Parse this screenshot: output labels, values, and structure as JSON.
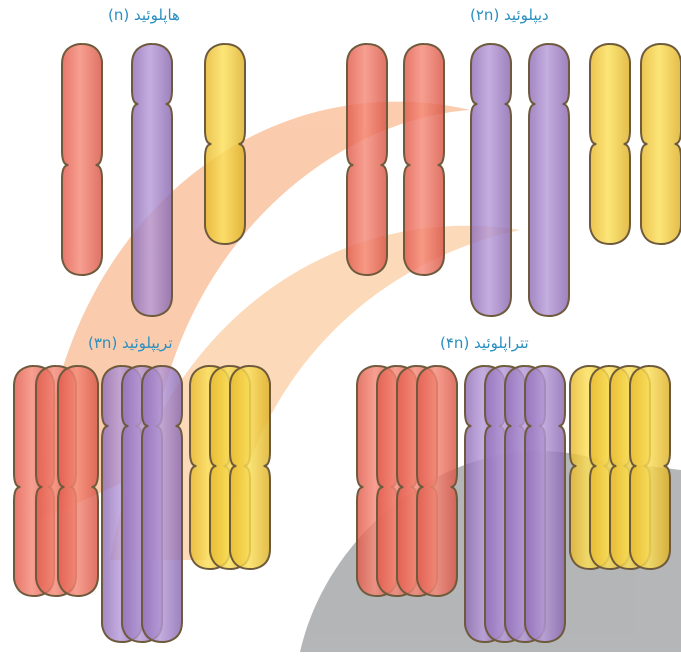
{
  "panels": [
    {
      "id": "haploid",
      "label": "هاپلوئید (n)"
    },
    {
      "id": "diploid",
      "label": "دیپلوئید (۲n)"
    },
    {
      "id": "triploid",
      "label": "تریپلوئید (۳n)"
    },
    {
      "id": "tetraploid",
      "label": "تتراپلوئید (۴n)"
    }
  ],
  "colors": {
    "red_chromosome": "#ee7060",
    "purple_chromosome": "#a684c8",
    "yellow_chromosome": "#f2cc3a",
    "outline": "#6e5a3c",
    "label_text": "#2a8fc0",
    "watermark_orange": "#f47a2a",
    "watermark_dark": "#3a3e44"
  }
}
